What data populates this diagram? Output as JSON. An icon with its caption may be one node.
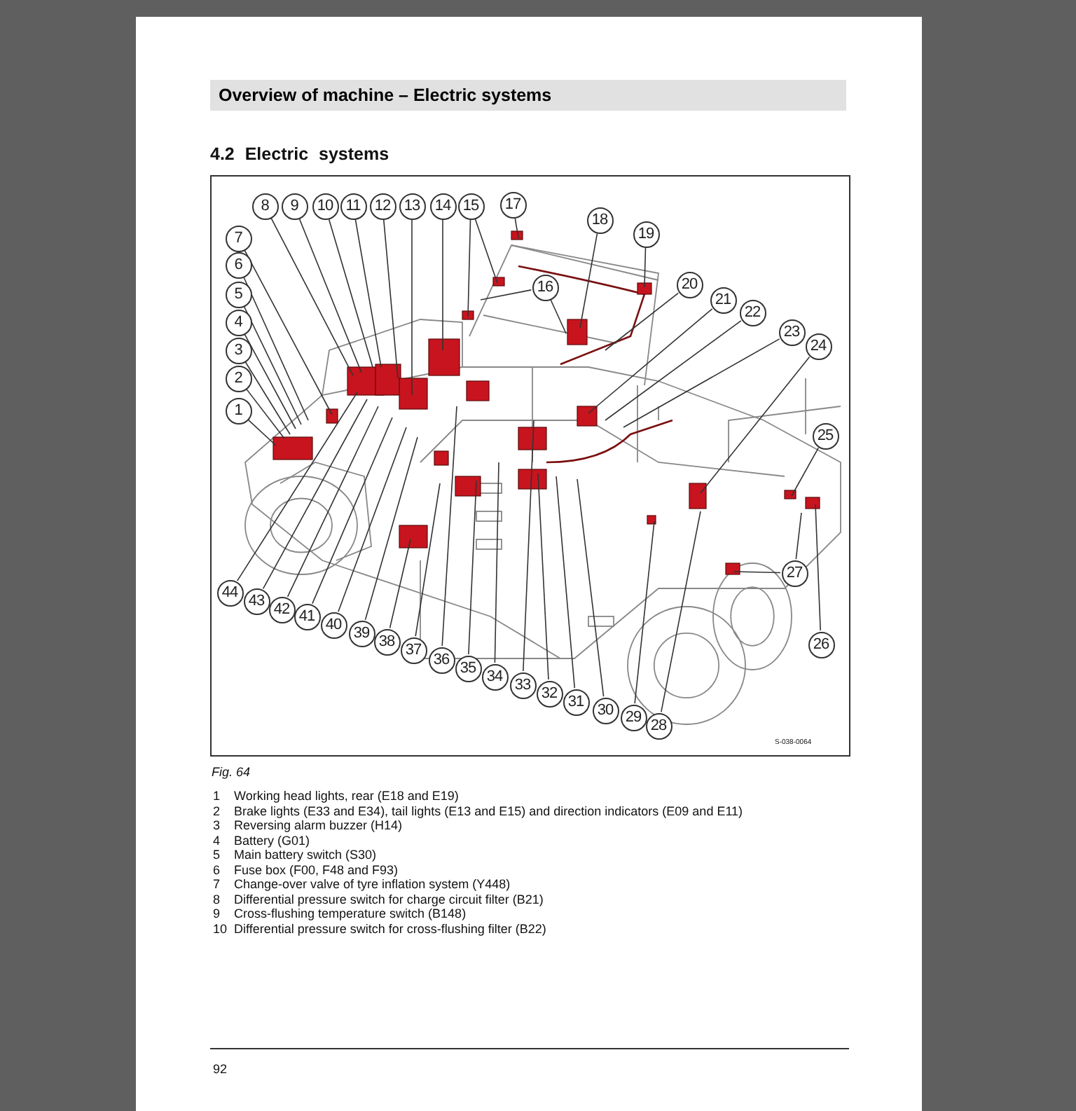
{
  "diagram": {
    "title": "Overview of machine – Electric systems",
    "caption": "Fig. 64",
    "nodes": [
      {
        "text": [
          "1"
        ]
      },
      {
        "text": [
          "2"
        ]
      },
      {
        "text": [
          "3"
        ]
      },
      {
        "text": [
          "4"
        ]
      },
      {
        "text": [
          "5"
        ]
      },
      {
        "text": [
          "6"
        ]
      },
      {
        "text": [
          "7"
        ]
      },
      {
        "text": [
          "8"
        ]
      },
      {
        "text": [
          "9"
        ]
      },
      {
        "text": [
          "10"
        ]
      },
      {
        "text": [
          "11"
        ]
      },
      {
        "text": [
          "12"
        ]
      },
      {
        "text": [
          "13"
        ]
      },
      {
        "text": [
          "14"
        ]
      },
      {
        "text": [
          "15"
        ]
      },
      {
        "text": [
          "16"
        ]
      },
      {
        "text": [
          "17"
        ]
      },
      {
        "text": [
          "18"
        ]
      },
      {
        "text": [
          "19"
        ]
      },
      {
        "text": [
          "20"
        ]
      },
      {
        "text": [
          "21"
        ]
      },
      {
        "text": [
          "22"
        ]
      },
      {
        "text": [
          "23"
        ]
      },
      {
        "text": [
          "24"
        ]
      },
      {
        "text": [
          "25"
        ]
      },
      {
        "text": [
          "26"
        ]
      },
      {
        "text": [
          "27"
        ]
      },
      {
        "text": [
          "28"
        ]
      },
      {
        "text": [
          "29"
        ]
      },
      {
        "text": [
          "30"
        ]
      },
      {
        "text": [
          "31"
        ]
      },
      {
        "text": [
          "32"
        ]
      },
      {
        "text": [
          "33"
        ]
      },
      {
        "text": [
          "34"
        ]
      },
      {
        "text": [
          "35"
        ]
      },
      {
        "text": [
          "36"
        ]
      },
      {
        "text": [
          "37"
        ]
      },
      {
        "text": [
          "38"
        ]
      },
      {
        "text": [
          "39"
        ]
      },
      {
        "text": [
          "40"
        ]
      },
      {
        "text": [
          "41"
        ]
      },
      {
        "text": [
          "42"
        ]
      },
      {
        "text": [
          "43"
        ]
      },
      {
        "text": [
          "44"
        ]
      }
    ],
    "edges": [
      {
        "from": 0,
        "to": null,
        "arrow": "none"
      },
      {
        "from": 1,
        "to": null,
        "arrow": "none"
      },
      {
        "from": 2,
        "to": null,
        "arrow": "none"
      },
      {
        "from": 3,
        "to": null,
        "arrow": "none"
      },
      {
        "from": 4,
        "to": null,
        "arrow": "none"
      },
      {
        "from": 5,
        "to": null,
        "arrow": "none"
      },
      {
        "from": 6,
        "to": null,
        "arrow": "none"
      },
      {
        "from": 7,
        "to": null,
        "arrow": "none"
      },
      {
        "from": 8,
        "to": null,
        "arrow": "none"
      },
      {
        "from": 9,
        "to": null,
        "arrow": "none"
      },
      {
        "from": 10,
        "to": null,
        "arrow": "none"
      },
      {
        "from": 11,
        "to": null,
        "arrow": "none"
      },
      {
        "from": 12,
        "to": null,
        "arrow": "none"
      },
      {
        "from": 13,
        "to": null,
        "arrow": "none"
      },
      {
        "from": 14,
        "to": null,
        "arrow": "none"
      },
      {
        "from": 14,
        "to": null,
        "arrow": "none"
      },
      {
        "from": 15,
        "to": null,
        "arrow": "none"
      },
      {
        "from": 15,
        "to": null,
        "arrow": "none"
      },
      {
        "from": 16,
        "to": null,
        "arrow": "none"
      },
      {
        "from": 17,
        "to": null,
        "arrow": "none"
      },
      {
        "from": 18,
        "to": null,
        "arrow": "none"
      },
      {
        "from": 19,
        "to": null,
        "arrow": "none"
      },
      {
        "from": 20,
        "to": null,
        "arrow": "none"
      },
      {
        "from": 21,
        "to": null,
        "arrow": "none"
      },
      {
        "from": 22,
        "to": null,
        "arrow": "none"
      },
      {
        "from": 23,
        "to": null,
        "arrow": "none"
      },
      {
        "from": 24,
        "to": null,
        "arrow": "none"
      },
      {
        "from": 25,
        "to": null,
        "arrow": "none"
      },
      {
        "from": 26,
        "to": null,
        "arrow": "none"
      },
      {
        "from": 26,
        "to": null,
        "arrow": "none"
      },
      {
        "from": 27,
        "to": null,
        "arrow": "none"
      },
      {
        "from": 28,
        "to": null,
        "arrow": "none"
      },
      {
        "from": 29,
        "to": null,
        "arrow": "none"
      },
      {
        "from": 30,
        "to": null,
        "arrow": "none"
      },
      {
        "from": 31,
        "to": null,
        "arrow": "none"
      },
      {
        "from": 32,
        "to": null,
        "arrow": "none"
      },
      {
        "from": 33,
        "to": null,
        "arrow": "none"
      },
      {
        "from": 34,
        "to": null,
        "arrow": "none"
      },
      {
        "from": 35,
        "to": null,
        "arrow": "none"
      },
      {
        "from": 36,
        "to": null,
        "arrow": "none"
      },
      {
        "from": 37,
        "to": null,
        "arrow": "none"
      },
      {
        "from": 38,
        "to": null,
        "arrow": "none"
      },
      {
        "from": 39,
        "to": null,
        "arrow": "none"
      },
      {
        "from": 40,
        "to": null,
        "arrow": "none"
      },
      {
        "from": 41,
        "to": null,
        "arrow": "none"
      },
      {
        "from": 42,
        "to": null,
        "arrow": "none"
      },
      {
        "from": 43,
        "to": null,
        "arrow": "none"
      }
    ],
    "labels": [
      "4.2 Electric systems",
      "S-038-0064",
      "1",
      "Working head lights, rear (E18 and E19)",
      "2",
      "Brake lights (E33 and E34), tail lights (E13 and E15) and direction indicators (E09 and E11)",
      "3",
      "Reversing alarm buzzer (H14)",
      "4",
      "Battery (G01)",
      "5",
      "Main battery switch (S30)",
      "6",
      "Fuse box (F00, F48 and F93)",
      "7",
      "Change-over valve of tyre inflation system (Y448)",
      "8",
      "Differential pressure switch for charge circuit filter (B21)",
      "9",
      "Cross-flushing temperature switch (B148)",
      "10",
      "Differential pressure switch for cross-flushing filter (B22)",
      "92"
    ]
  }
}
